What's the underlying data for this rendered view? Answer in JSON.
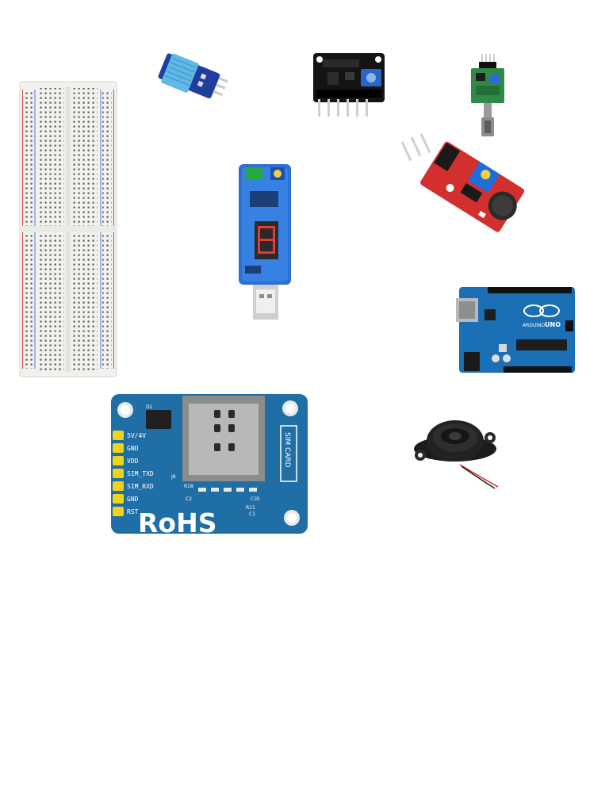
{
  "sim_module": {
    "pin_labels": [
      "5V/4V",
      "GND",
      "VDD",
      "SIM_TXD",
      "SIM_RXD",
      "GND",
      "RST"
    ],
    "marking": "RoHS",
    "card_slot_label": "SIM CARD",
    "components": [
      "D1",
      "J8",
      "R18",
      "C2",
      "C35",
      "R11",
      "C1"
    ]
  },
  "arduino": {
    "brand": "ARDUINO",
    "model": "UNO"
  },
  "colors": {
    "pcb_blue": "#1b4f8c",
    "sim_pcb_teal": "#1f6fa6",
    "breadboard_white": "#f1f1ee",
    "sensor_red": "#d32f2f",
    "pin_gold": "#f2d21b",
    "buzzer_black": "#1c1c1c"
  }
}
